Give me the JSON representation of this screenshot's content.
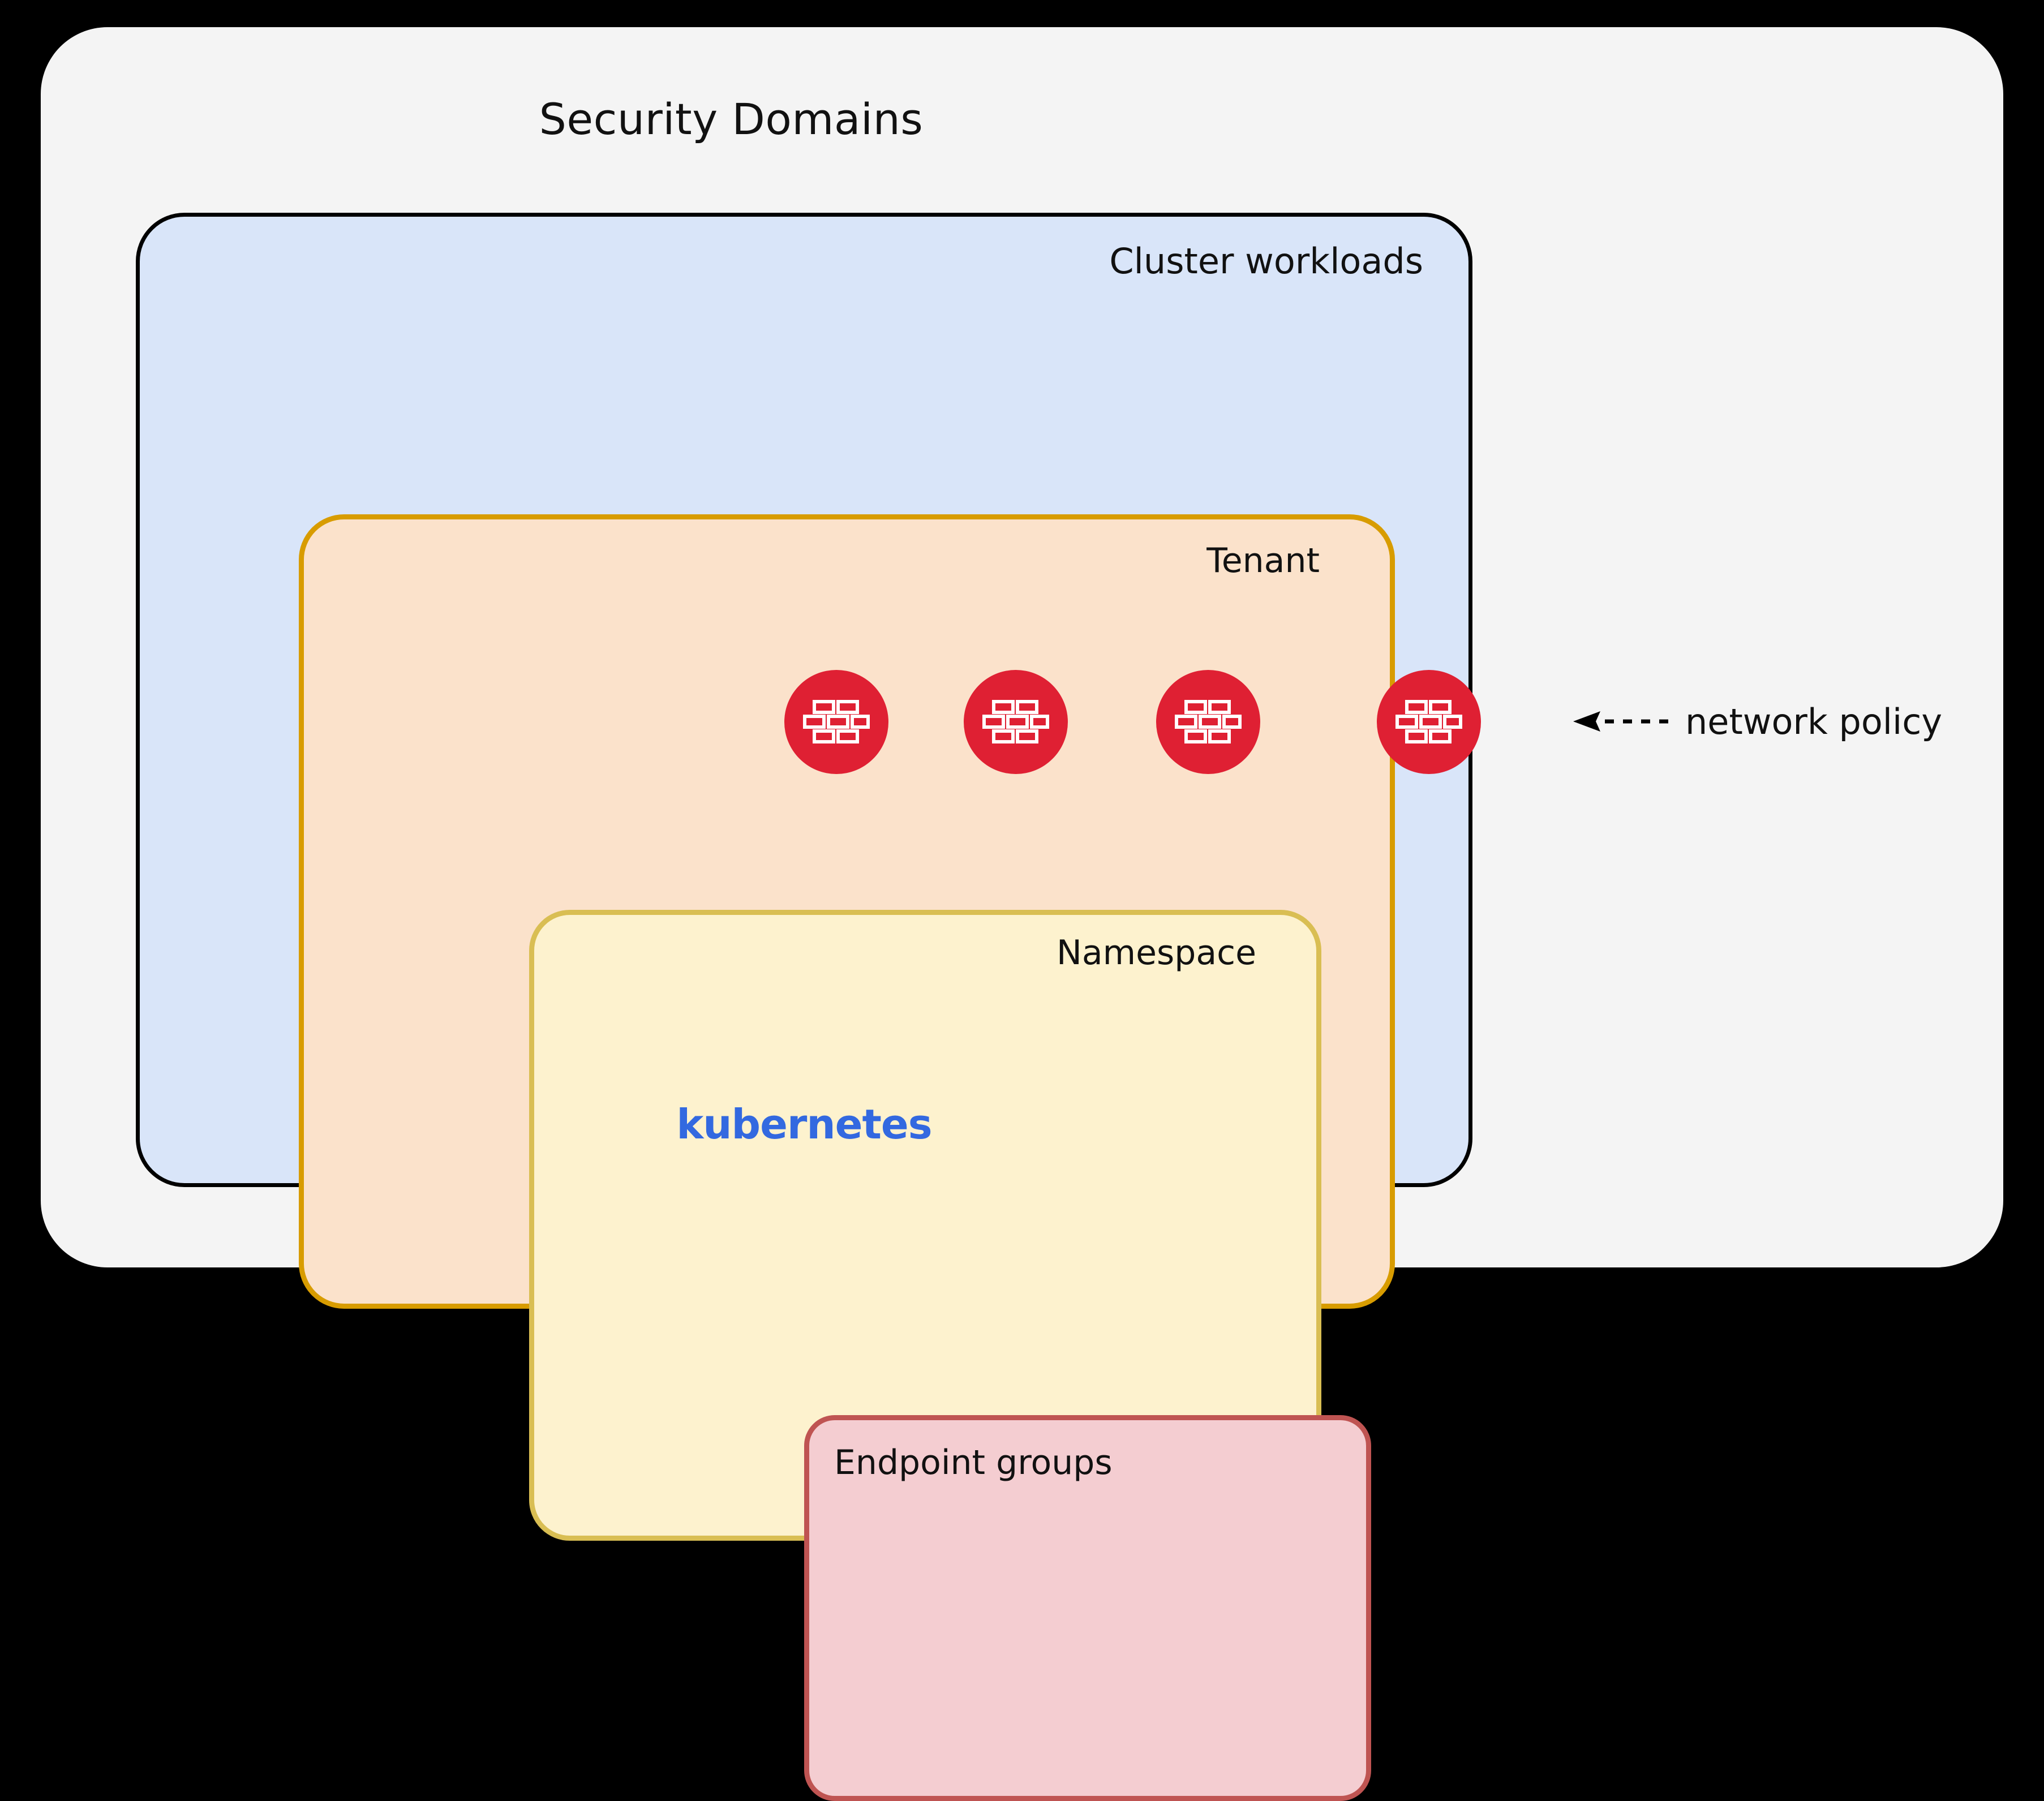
{
  "diagram": {
    "title": "Security Domains",
    "background_color": "#000000",
    "panel_color": "#F4F4F4"
  },
  "cluster": {
    "label": "Cluster workloads",
    "wordmark": "kubernetes",
    "fill": "#D9E5F9",
    "border": "#000000",
    "wordmark_color": "#3369E0"
  },
  "tenant": {
    "label": "Tenant",
    "fill": "#FBE2CB",
    "border": "#D89C00"
  },
  "namespace": {
    "label": "Namespace",
    "fill": "#FDF2CE",
    "border": "#D9BE53"
  },
  "endpoint": {
    "label": "Endpoint groups",
    "fill": "#F4CDD1",
    "border": "#BF5452"
  },
  "firewalls": {
    "icon": "firewall-brick-wall-icon",
    "color": "#DF2033",
    "count": 4,
    "positions_x": [
      1478,
      1795,
      2135,
      2525
    ]
  },
  "annotation": {
    "label": "network policy",
    "arrow": "dashed-arrow-left-icon"
  }
}
